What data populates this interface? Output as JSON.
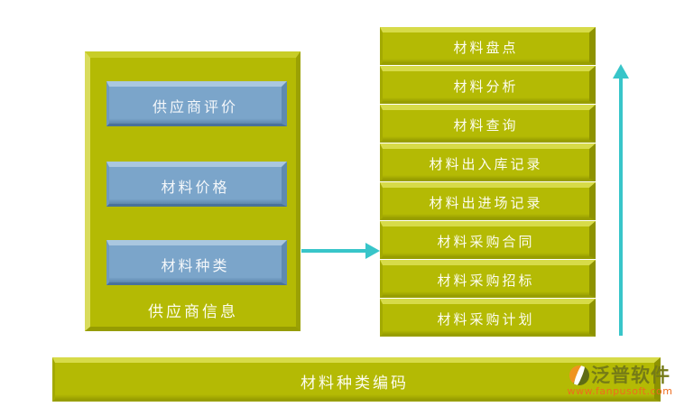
{
  "diagram": {
    "supplier_group": {
      "title": "供应商信息",
      "items": [
        {
          "label": "供应商评价"
        },
        {
          "label": "材料价格"
        },
        {
          "label": "材料种类"
        }
      ]
    },
    "material_stack": {
      "items": [
        {
          "label": "材料盘点"
        },
        {
          "label": "材料分析"
        },
        {
          "label": "材料查询"
        },
        {
          "label": "材料出入库记录"
        },
        {
          "label": "材料出进场记录"
        },
        {
          "label": "材料采购合同"
        },
        {
          "label": "材料采购招标"
        },
        {
          "label": "材料采购计划"
        }
      ]
    },
    "bottom_bar": {
      "label": "材料种类编码"
    },
    "arrows": [
      {
        "name": "supplier-to-stack",
        "direction": "right"
      },
      {
        "name": "stack-flow-up",
        "direction": "up"
      }
    ]
  },
  "branding": {
    "logo_text": "泛普软件",
    "logo_url": "www.fanpusoft.com"
  },
  "colors": {
    "olive_main": "#b4ba04",
    "olive_light": "#d7db49",
    "olive_dark": "#8e9300",
    "blue_main": "#7ba5ca",
    "blue_light": "#aac7df",
    "blue_dark": "#49729a",
    "arrow_cyan": "#38c5c9",
    "label_text": "#fdfdf0",
    "logo_text_color": "#757b17",
    "logo_url_color": "#ee6c1e"
  }
}
